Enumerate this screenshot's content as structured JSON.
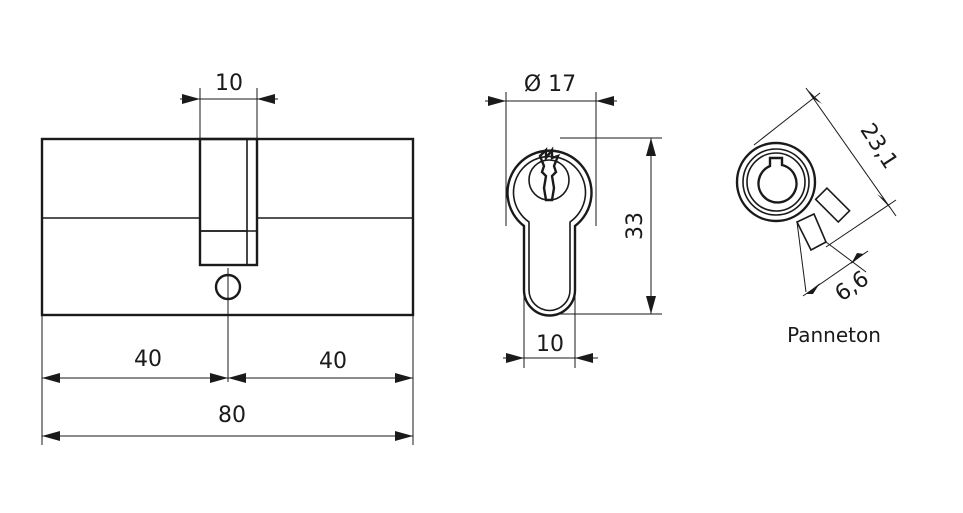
{
  "side_view": {
    "cam_width": "10",
    "left_length": "40",
    "right_length": "40",
    "total_length": "80"
  },
  "front_view": {
    "diameter": "Ø 17",
    "height": "33",
    "bottom_width": "10"
  },
  "cam_view": {
    "diagonal": "23,1",
    "tab": "6,6",
    "caption": "Panneton"
  }
}
